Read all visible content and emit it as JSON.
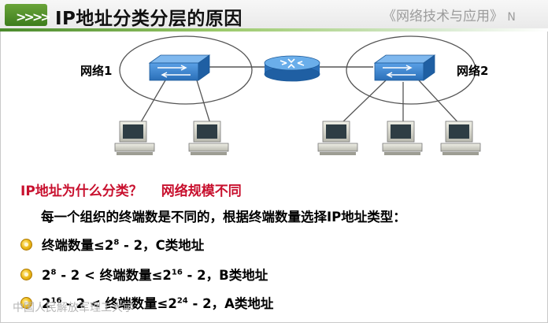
{
  "header": {
    "title": "IP地址分类分层的原因",
    "subtitle": "《网络技术与应用》",
    "subtitle_overflow": "N"
  },
  "diagram": {
    "network1_label": "网络1",
    "network2_label": "网络2"
  },
  "question": {
    "q": "IP地址为什么分类？",
    "a": "网络规模不同"
  },
  "intro": "每一个组织的终端数是不同的，根据终端数量选择IP地址类型：",
  "bullets": [
    {
      "a": "终端数量≤2",
      "sup1": "8",
      "b": " - 2，C类地址"
    },
    {
      "a": "2",
      "sup1": "8",
      "b": " - 2 < 终端数量≤2",
      "sup2": "16",
      "c": " - 2，B类地址"
    },
    {
      "a": "2",
      "sup1": "16",
      "b": " - 2 < 终端数量≤2",
      "sup2": "24",
      "c": " - 2，A类地址"
    }
  ],
  "watermark": "中国人民解放军理工大学",
  "colors": {
    "accent_red": "#c8102e",
    "header_green": "#4a8a2c",
    "device_blue": "#2a6fb8"
  }
}
